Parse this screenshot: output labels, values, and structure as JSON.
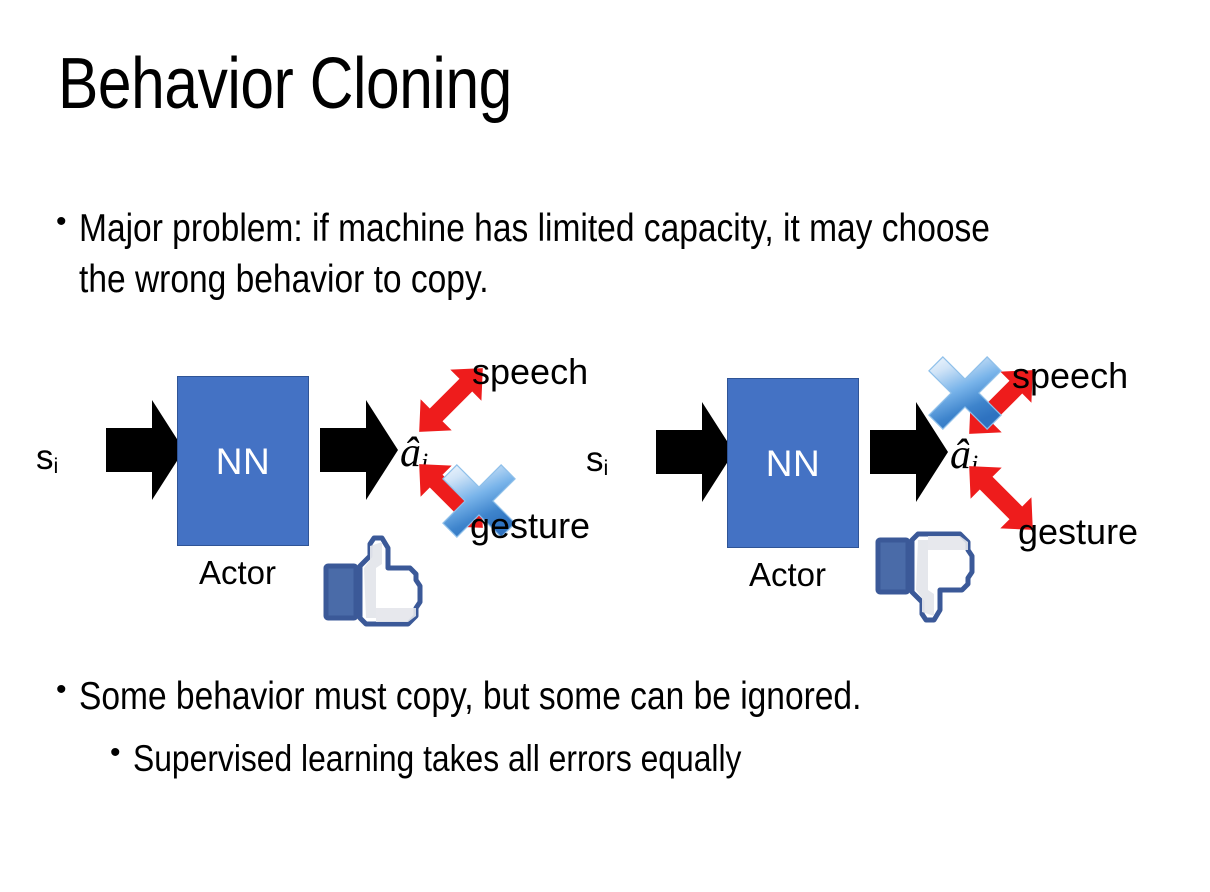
{
  "slide": {
    "title": "Behavior Cloning",
    "background_color": "#FFFFFF",
    "text_color": "#000000"
  },
  "bullets": {
    "top": {
      "marker": "•",
      "text": "Major problem: if machine has limited capacity, it may choose the wrong behavior to copy."
    },
    "bottom": [
      {
        "marker": "•",
        "level": 1,
        "text": "Some behavior must copy, but some can be ignored."
      },
      {
        "marker": "•",
        "level": 2,
        "text": "Supervised learning takes all errors equally"
      }
    ]
  },
  "colors": {
    "nn_box_fill": "#4472C4",
    "nn_box_border": "#2F5496",
    "red_arrow": "#EE1C1C",
    "blue_x_light": "#CFE3F7",
    "blue_x_mid": "#6BAEE8",
    "blue_x_dark": "#2E72C0",
    "thumb_outline": "#3B5998",
    "thumb_cuff": "#4A6BA8",
    "thumb_fill": "#FFFFFF",
    "thumb_shade": "#E4E6EB",
    "black_arrow": "#000000"
  },
  "diagrams": [
    {
      "id": "left",
      "state_label": "s",
      "state_subscript": "i",
      "nn_label": "NN",
      "actor_label": "Actor",
      "action_label": "â",
      "action_subscript": "i",
      "outputs": [
        {
          "name": "speech",
          "label": "speech",
          "direction": "up-right",
          "crossed_out": false
        },
        {
          "name": "gesture",
          "label": "gesture",
          "direction": "down-right",
          "crossed_out": true
        }
      ],
      "verdict_icon": "thumbs-up-icon",
      "cross_icon": "blue-x-icon",
      "cross_on": "gesture"
    },
    {
      "id": "right",
      "state_label": "s",
      "state_subscript": "i",
      "nn_label": "NN",
      "actor_label": "Actor",
      "action_label": "â",
      "action_subscript": "i",
      "outputs": [
        {
          "name": "speech",
          "label": "speech",
          "direction": "up-right",
          "crossed_out": true
        },
        {
          "name": "gesture",
          "label": "gesture",
          "direction": "down-right",
          "crossed_out": false
        }
      ],
      "verdict_icon": "thumbs-down-icon",
      "cross_icon": "blue-x-icon",
      "cross_on": "speech"
    }
  ]
}
